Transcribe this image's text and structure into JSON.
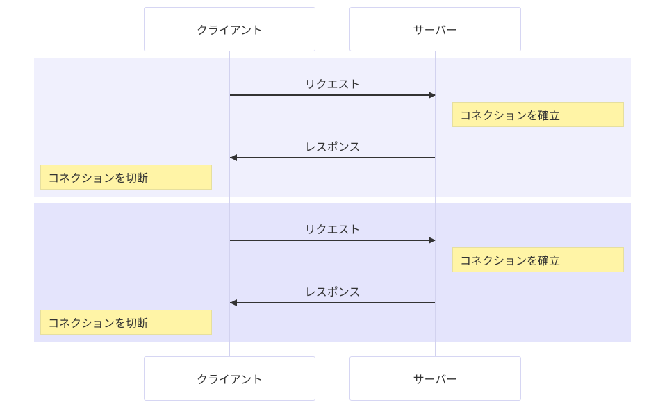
{
  "actors": {
    "client": "クライアント",
    "server": "サーバー"
  },
  "colors": {
    "section_1_bg": "#f0f0fd",
    "section_2_bg": "#e4e4fc",
    "note_bg": "#fff4a6",
    "note_border": "#e6df9f",
    "lifeline": "#d2d2ef",
    "actor_border": "#d6d6f3",
    "arrow": "#333333"
  },
  "sections": [
    {
      "messages": [
        {
          "label": "リクエスト",
          "from": "client",
          "to": "server"
        },
        {
          "label": "レスポンス",
          "from": "server",
          "to": "client"
        }
      ],
      "notes": [
        {
          "text": "コネクションを確立",
          "position": "right of server"
        },
        {
          "text": "コネクションを切断",
          "position": "left of client"
        }
      ]
    },
    {
      "messages": [
        {
          "label": "リクエスト",
          "from": "client",
          "to": "server"
        },
        {
          "label": "レスポンス",
          "from": "server",
          "to": "client"
        }
      ],
      "notes": [
        {
          "text": "コネクションを確立",
          "position": "right of server"
        },
        {
          "text": "コネクションを切断",
          "position": "left of client"
        }
      ]
    }
  ]
}
